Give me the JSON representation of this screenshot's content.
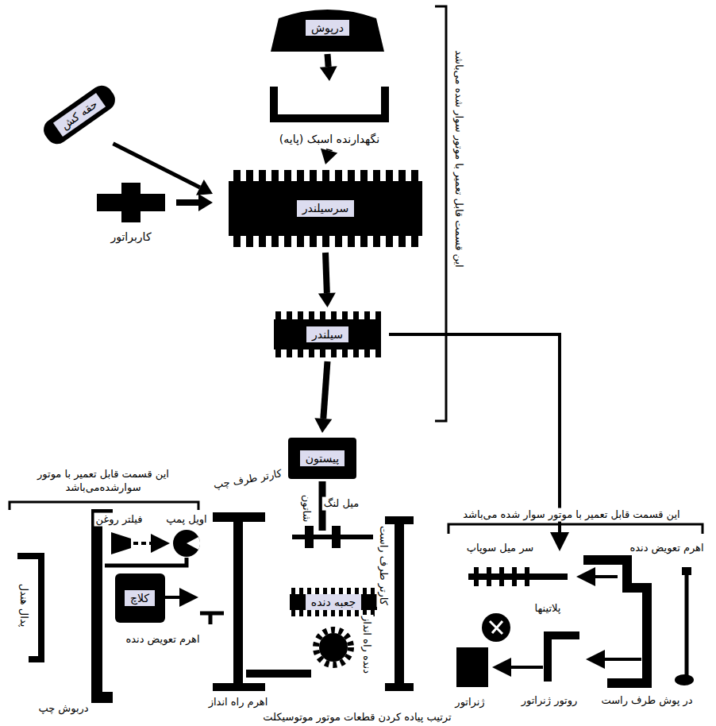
{
  "diagram": {
    "caption": "ترتیب پیاده کردن قطعات موتور موتوسیکلت",
    "nodes": [
      {
        "text": [
          "درپوش"
        ]
      },
      {
        "text": [
          "نگهدارنده اسبک (پایه)"
        ]
      },
      {
        "text": [
          "حقه کش"
        ]
      },
      {
        "text": [
          "کاربراتور"
        ]
      },
      {
        "text": [
          "سرسیلندر"
        ]
      },
      {
        "text": [
          "سیلندر"
        ]
      },
      {
        "text": [
          "پیستون"
        ]
      },
      {
        "text": [
          "جعبه دنده"
        ]
      },
      {
        "text": [
          "کلاچ"
        ]
      }
    ],
    "edges": [
      {
        "from": 0,
        "to": 1,
        "arrow": "to"
      },
      {
        "from": 1,
        "to": 4,
        "arrow": "to"
      },
      {
        "from": 2,
        "to": 4,
        "arrow": "to"
      },
      {
        "from": 3,
        "to": 4,
        "arrow": "to"
      },
      {
        "from": 4,
        "to": 5,
        "arrow": "to"
      },
      {
        "from": 5,
        "to": 6,
        "arrow": "to"
      }
    ],
    "labels": [
      "این قسمت قابل تعمیر با موتور سوار شده می‌باشد",
      "این قسمت قابل تعمیر با موتور سوارشده‌می‌باشد",
      "این قسمت قابل تعمیر با موتور سوار شده می‌باشد",
      "کارتر طرف چپ",
      "میل لنگ",
      "شاتون",
      "کارتر طرف راست",
      "اویل پمپ",
      "فیلتر روغن",
      "پدال هندل",
      "اهرم تعویض دنده",
      "اهرم راه انداز",
      "دربوش چپ",
      "دنده راه انداز",
      "سر میل سوپاپ",
      "پلاتینها",
      "ژنراتور",
      "روتور ژنراتور",
      "در پوش طرف راست",
      "اهرم تعویض دنده"
    ]
  }
}
